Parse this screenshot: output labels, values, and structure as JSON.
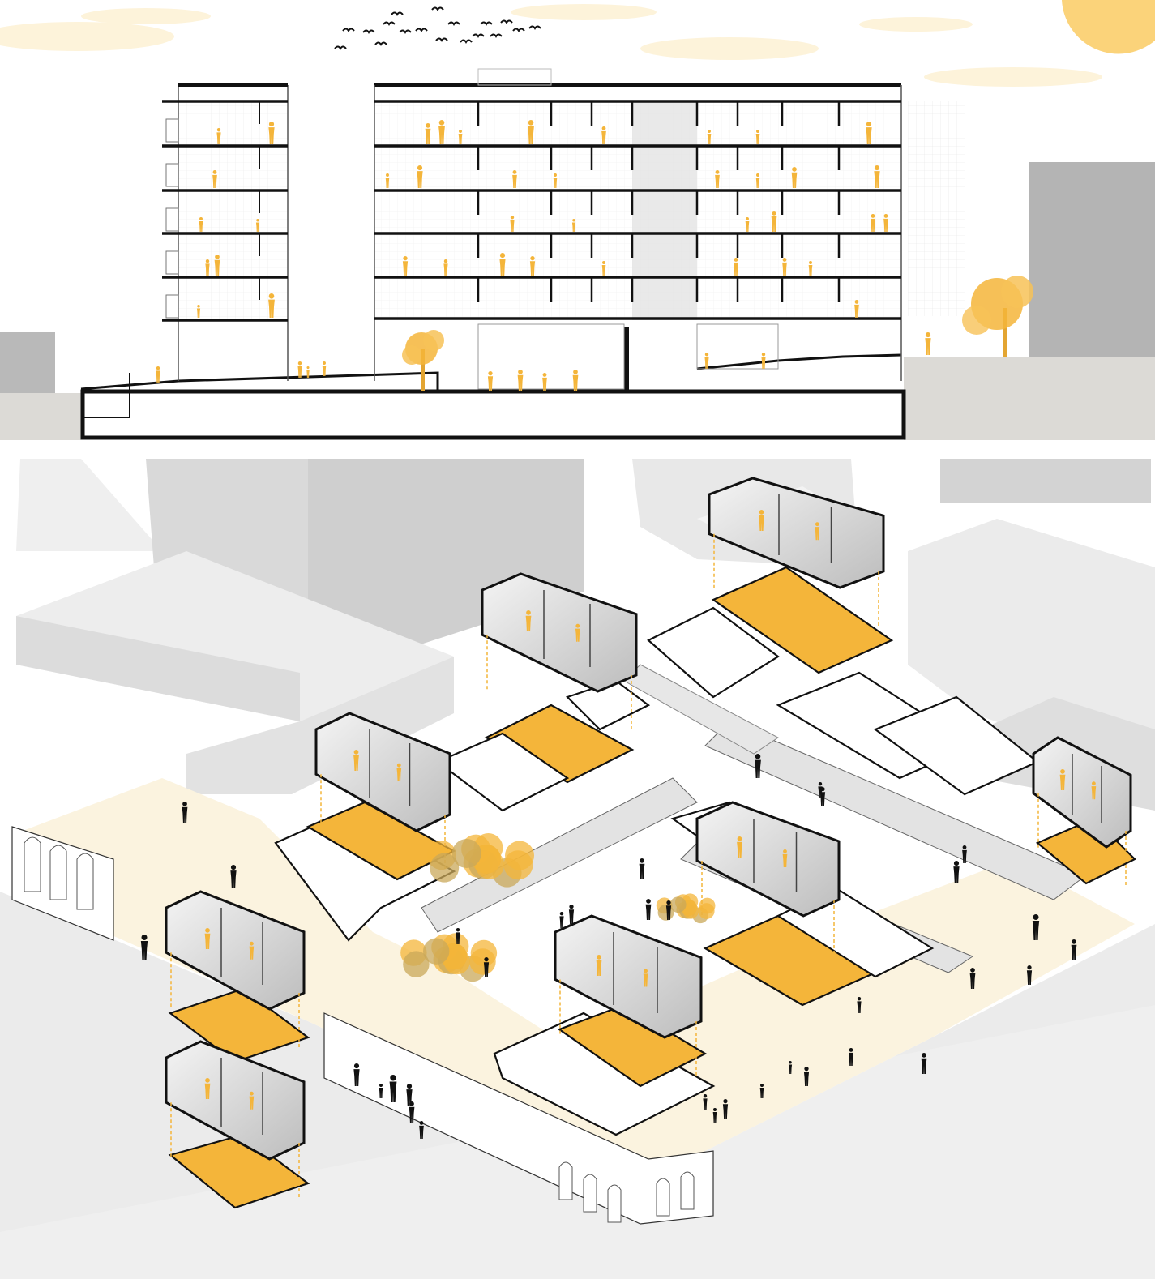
{
  "colors": {
    "accent_yellow": "#f4b53a",
    "accent_light": "#fbe2a6",
    "plaza_cream": "#fbf3df",
    "massing_grey": "#e6e6e6",
    "massing_dark": "#b4b4b4",
    "line_black": "#111111",
    "sun": "#fbd37a"
  },
  "section": {
    "left_tower": {
      "floors": 5
    },
    "main_block": {
      "floors": 5,
      "bays": 9
    },
    "birds": 18
  },
  "axonometric": {
    "floating_units": 8,
    "courtyard_gardens": 3,
    "pedestrians": 34
  }
}
